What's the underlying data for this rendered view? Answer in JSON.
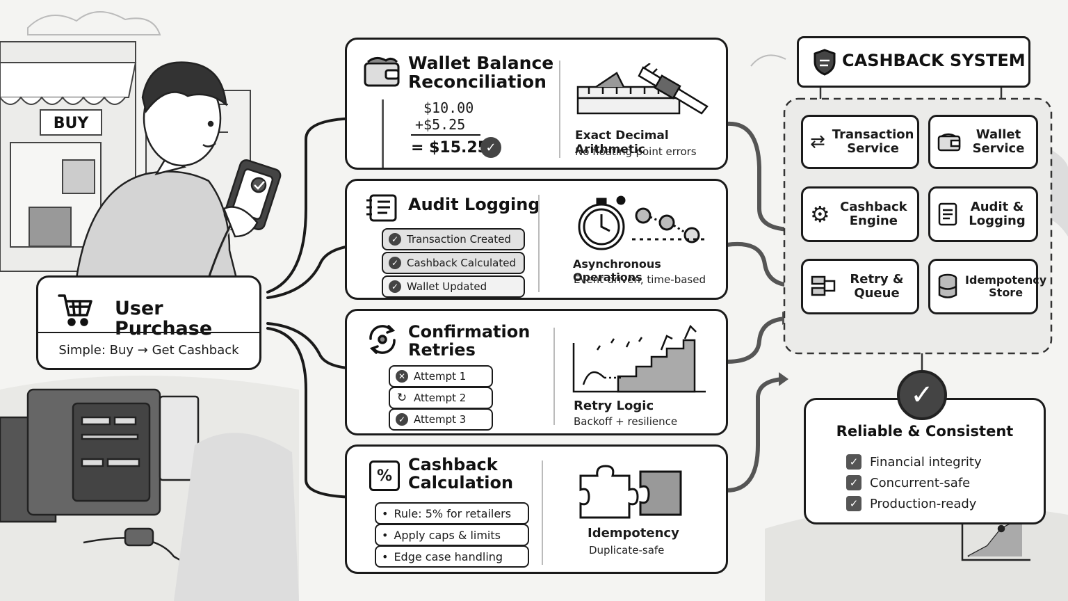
{
  "user_purchase": {
    "title": "User Purchase",
    "subtitle": "Simple: Buy → Get Cashback",
    "store_sign": "BUY"
  },
  "wallet_card": {
    "title_line1": "Wallet Balance",
    "title_line2": "Reconciliation",
    "line1": "$10.00",
    "line2": "+$5.25",
    "result": "= $15.25",
    "feature_title": "Exact Decimal Arithmetic",
    "feature_sub": "No floating-point errors"
  },
  "audit_card": {
    "title": "Audit Logging",
    "items": [
      "Transaction Created",
      "Cashback Calculated",
      "Wallet Updated"
    ],
    "feature_title": "Asynchronous Operations",
    "feature_sub": "Event-driven, time-based"
  },
  "confirm_card": {
    "title_line1": "Confirmation",
    "title_line2": "Retries",
    "attempts": [
      "Attempt 1",
      "Attempt 2",
      "Attempt 3"
    ],
    "feature_title": "Retry Logic",
    "feature_sub": "Backoff + resilience"
  },
  "cashback_card": {
    "title_line1": "Cashback",
    "title_line2": "Calculation",
    "rules": [
      "Rule: 5% for retailers",
      "Apply caps & limits",
      "Edge case handling"
    ],
    "feature_title": "Idempotency",
    "feature_sub": "Duplicate-safe"
  },
  "system": {
    "title": "CASHBACK SYSTEM",
    "services": [
      {
        "line1": "Transaction",
        "line2": "Service",
        "icon": "transfer-arrows-icon"
      },
      {
        "line1": "Wallet",
        "line2": "Service",
        "icon": "wallet-icon"
      },
      {
        "line1": "Cashback",
        "line2": "Engine",
        "icon": "gear-icon"
      },
      {
        "line1": "Audit &",
        "line2": "Logging",
        "icon": "document-icon"
      },
      {
        "line1": "Retry &",
        "line2": "Queue",
        "icon": "queue-icon"
      },
      {
        "line1": "Idempotency",
        "line2": "Store",
        "icon": "database-icon"
      }
    ]
  },
  "result": {
    "title": "Reliable & Consistent",
    "items": [
      "Financial integrity",
      "Concurrent-safe",
      "Production-ready"
    ]
  },
  "colors": {
    "ink": "#1a1a1a",
    "paper": "#ffffff",
    "background": "#f4f4f2",
    "accent_gray": "#555555"
  }
}
